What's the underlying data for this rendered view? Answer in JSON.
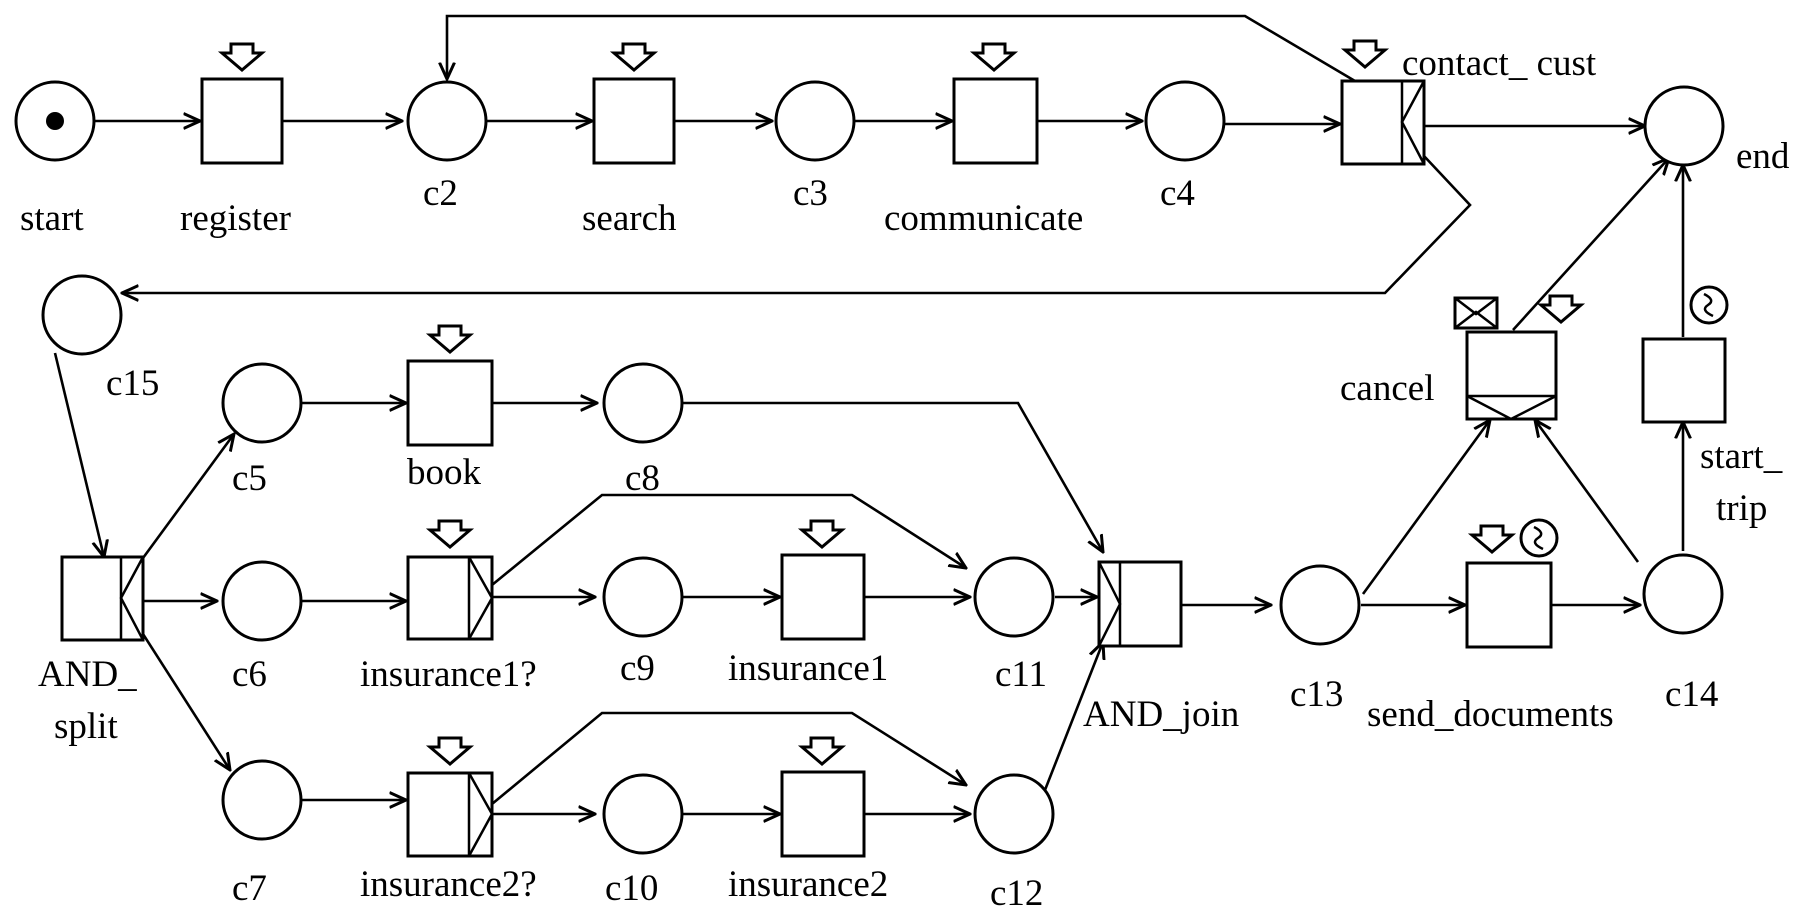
{
  "places": {
    "start": "start",
    "c2": "c2",
    "c3": "c3",
    "c4": "c4",
    "end": "end",
    "c15": "c15",
    "c5": "c5",
    "c6": "c6",
    "c7": "c7",
    "c8": "c8",
    "c9": "c9",
    "c10": "c10",
    "c11": "c11",
    "c12": "c12",
    "c13": "c13",
    "c14": "c14"
  },
  "transitions": {
    "register": "register",
    "search": "search",
    "communicate": "communicate",
    "contact_cust": "contact_ cust",
    "and_split_1": "AND_",
    "and_split_2": "split",
    "book": "book",
    "insurance1q": "insurance1?",
    "insurance1": "insurance1",
    "insurance2q": "insurance2?",
    "insurance2": "insurance2",
    "and_join": "AND_join",
    "send_documents": "send_documents",
    "cancel": "cancel",
    "start_trip_1": "start_",
    "start_trip_2": "trip"
  },
  "triggers": {
    "user": [
      "register",
      "search",
      "communicate",
      "contact_cust",
      "book",
      "insurance1q",
      "insurance1",
      "insurance2q",
      "insurance2",
      "cancel",
      "send_documents"
    ],
    "message": [
      "cancel"
    ],
    "time": [
      "send_documents",
      "start_trip"
    ]
  },
  "initial_marking": [
    "start"
  ]
}
